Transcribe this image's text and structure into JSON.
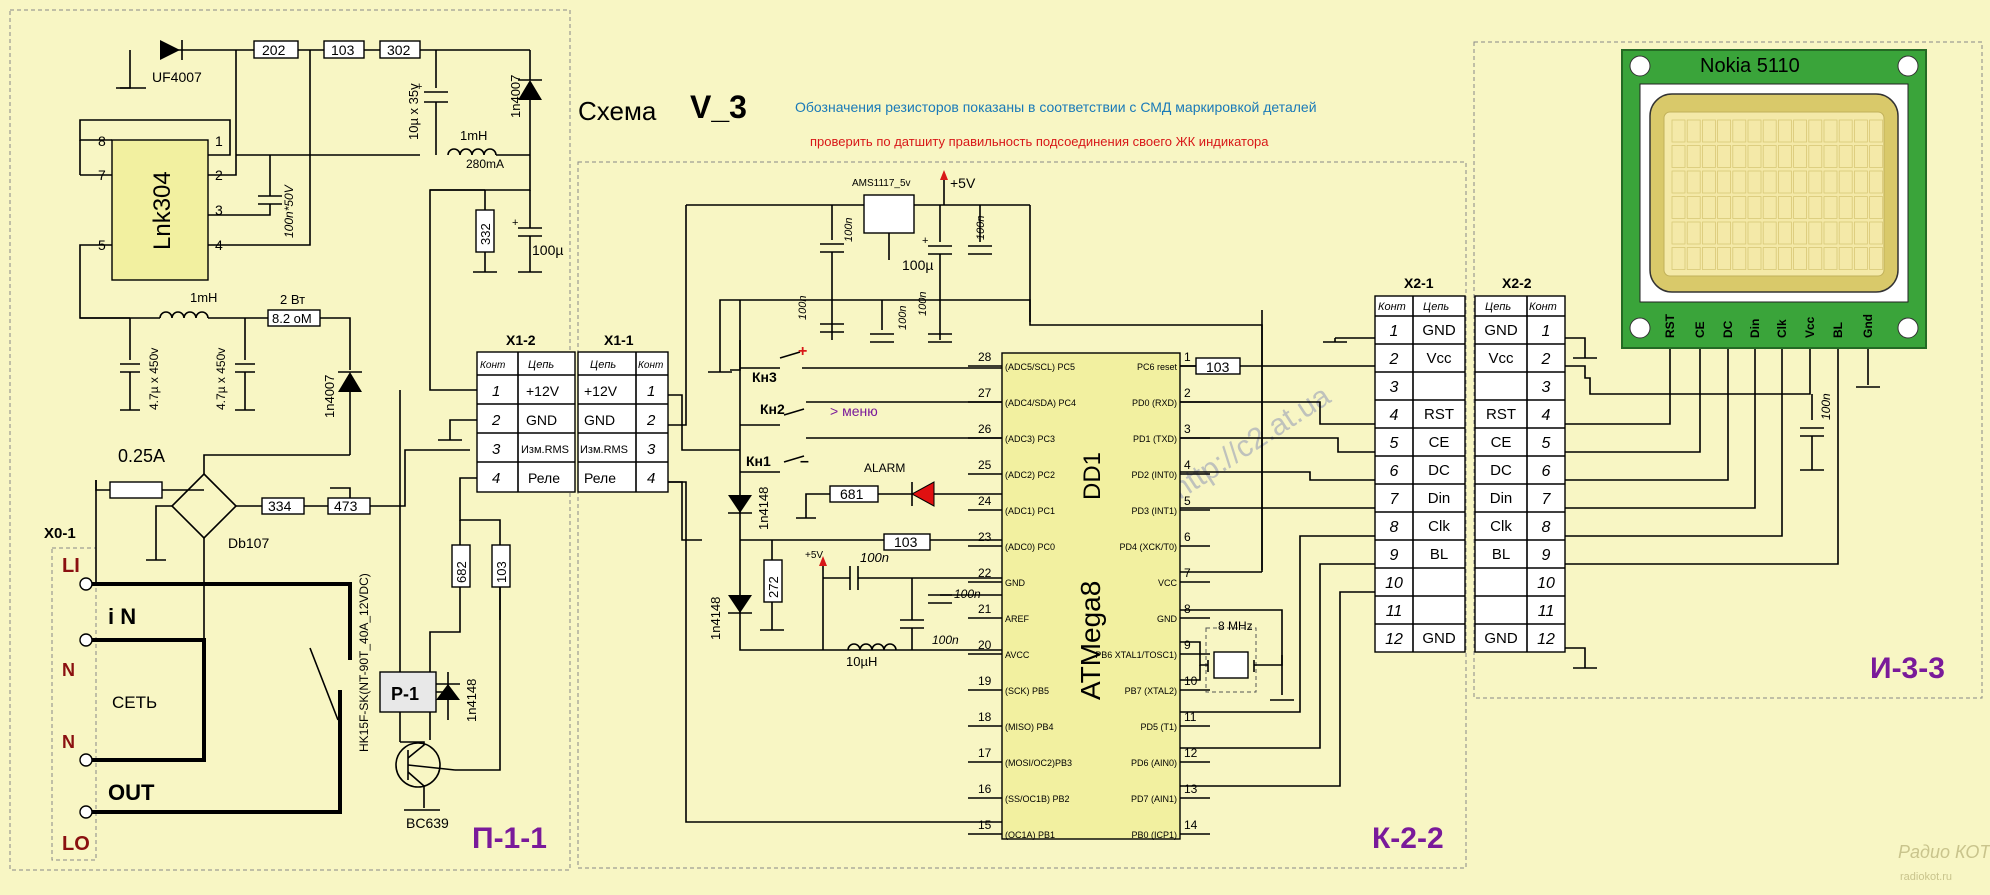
{
  "header": {
    "title_prefix": "Схема",
    "title_version": "V_3",
    "note_smd": "Обозначения резисторов показаны в соответствии с СМД маркировкой деталей",
    "note_check": "проверить  по датшиту правильность подсоединения своего ЖК индикатора",
    "watermark": "http://c2.at.ua",
    "corner_logo": "Радио КОТ",
    "corner_site": "radiokot.ru"
  },
  "blocks": {
    "power": "П-1-1",
    "controller": "К-2-2",
    "indicator": "И-3-3"
  },
  "colors": {
    "title_blue": "#1a7ab8",
    "note_red": "#d81818",
    "block_purple": "#7a1a9a",
    "terminal_red": "#8a1010",
    "led_red": "#e01010",
    "lcd_green": "#3aa43a",
    "lcd_screen": "#f4e9a8"
  },
  "power": {
    "ic": "Lnk304",
    "ic_pins": [
      "8",
      "7",
      "5",
      "1",
      "2",
      "3",
      "4"
    ],
    "diode_top": "UF4007",
    "resistors_top": [
      "202",
      "103",
      "302"
    ],
    "cap_10u": "10µ x 35v",
    "cap_100n": "100n*50V",
    "inductor_top": "1mH",
    "inductor_top_current": "280mA",
    "diode_right": "1n4007",
    "res_332": "332",
    "cap_100u": "100µ",
    "inductor_mid": "1mH",
    "res_2w_label": "2 Вт",
    "res_2w_value": "8.2 oM",
    "cap_hv1": "4.7µ x 450v",
    "cap_hv2": "4.7µ x 450v",
    "diode_hv": "1n4007",
    "fuse": "0.25A",
    "bridge": "Db107",
    "res_334": "334",
    "trim_473": "473",
    "res_682": "682",
    "res_103": "103",
    "relay": "P-1",
    "relay_part": "HK15F-SK(NT-90T_40A_12VDC)",
    "relay_diode": "1n4148",
    "transistor": "BC639"
  },
  "terminal": {
    "title": "X0-1",
    "li": "LI",
    "in": "i N",
    "n1": "N",
    "net": "СЕТЬ",
    "n2": "N",
    "out": "OUT",
    "lo": "LO"
  },
  "x12": {
    "title": "X1-2",
    "headers": [
      "Конт",
      "Цепь"
    ],
    "rows": [
      [
        "1",
        "+12V"
      ],
      [
        "2",
        "GND"
      ],
      [
        "3",
        "Изм.RMS"
      ],
      [
        "4",
        "Реле"
      ]
    ]
  },
  "x11": {
    "title": "X1-1",
    "headers": [
      "Цепь",
      "Конт"
    ],
    "rows": [
      [
        "+12V",
        "1"
      ],
      [
        "GND",
        "2"
      ],
      [
        "Изм.RMS",
        "3"
      ],
      [
        "Реле",
        "4"
      ]
    ]
  },
  "mcu": {
    "ref": "DD1",
    "part": "ATMega8",
    "left_pins": [
      {
        "num": "28",
        "name": "(ADC5/SCL) PC5"
      },
      {
        "num": "27",
        "name": "(ADC4/SDA) PC4"
      },
      {
        "num": "26",
        "name": "(ADC3) PC3"
      },
      {
        "num": "25",
        "name": "(ADC2) PC2"
      },
      {
        "num": "24",
        "name": "(ADC1) PC1"
      },
      {
        "num": "23",
        "name": "(ADC0) PC0"
      },
      {
        "num": "22",
        "name": "GND"
      },
      {
        "num": "21",
        "name": "AREF"
      },
      {
        "num": "20",
        "name": "AVCC"
      },
      {
        "num": "19",
        "name": "(SCK) PB5"
      },
      {
        "num": "18",
        "name": "(MISO) PB4"
      },
      {
        "num": "17",
        "name": "(MOSI/OC2)PB3"
      },
      {
        "num": "16",
        "name": "(SS/OC1B) PB2"
      },
      {
        "num": "15",
        "name": "(OC1A) PB1"
      }
    ],
    "right_pins": [
      {
        "num": "1",
        "name": "PC6 reset"
      },
      {
        "num": "2",
        "name": "PD0 (RXD)"
      },
      {
        "num": "3",
        "name": "PD1 (TXD)"
      },
      {
        "num": "4",
        "name": "PD2 (INT0)"
      },
      {
        "num": "5",
        "name": "PD3 (INT1)"
      },
      {
        "num": "6",
        "name": "PD4 (XCK/T0)"
      },
      {
        "num": "7",
        "name": "VCC"
      },
      {
        "num": "8",
        "name": "GND"
      },
      {
        "num": "9",
        "name": "PB6 XTAL1/TOSC1)"
      },
      {
        "num": "10",
        "name": "PB7 (XTAL2)"
      },
      {
        "num": "11",
        "name": "PD5  (T1)"
      },
      {
        "num": "12",
        "name": "PD6 (AIN0)"
      },
      {
        "num": "13",
        "name": "PD7 (AIN1)"
      },
      {
        "num": "14",
        "name": "PB0 (ICP1)"
      }
    ]
  },
  "ctrl": {
    "regulator": "AMS1117_5v",
    "plus5v": "+5V",
    "plus5v_small": "+5V",
    "cap_100n": "100n",
    "cap_100u": "100µ",
    "btn3": "Кн3",
    "btn2": "Кн2",
    "btn1": "Кн1",
    "plus": "+",
    "minus": "–",
    "menu": "> меню",
    "alarm": "ALARM",
    "res_681": "681",
    "res_103": "103",
    "res_272": "272",
    "diode1": "1n4148",
    "diode2": "1n4148",
    "inductor": "10µH",
    "crystal": "8 MHz"
  },
  "x21": {
    "title": "X2-1",
    "headers": [
      "Конт",
      "Цепь"
    ],
    "rows": [
      [
        "1",
        "GND"
      ],
      [
        "2",
        "Vcc"
      ],
      [
        "3",
        ""
      ],
      [
        "4",
        "RST"
      ],
      [
        "5",
        "CE"
      ],
      [
        "6",
        "DC"
      ],
      [
        "7",
        "Din"
      ],
      [
        "8",
        "Clk"
      ],
      [
        "9",
        "BL"
      ],
      [
        "10",
        ""
      ],
      [
        "11",
        ""
      ],
      [
        "12",
        "GND"
      ]
    ]
  },
  "x22": {
    "title": "X2-2",
    "headers": [
      "Цепь",
      "Конт"
    ],
    "rows": [
      [
        "GND",
        "1"
      ],
      [
        "Vcc",
        "2"
      ],
      [
        "",
        "3"
      ],
      [
        "RST",
        "4"
      ],
      [
        "CE",
        "5"
      ],
      [
        "DC",
        "6"
      ],
      [
        "Din",
        "7"
      ],
      [
        "Clk",
        "8"
      ],
      [
        "BL",
        "9"
      ],
      [
        "",
        "10"
      ],
      [
        "",
        "11"
      ],
      [
        "GND",
        "12"
      ]
    ]
  },
  "lcd": {
    "title": "Nokia 5110",
    "pins": [
      "RST",
      "CE",
      "DC",
      "Din",
      "Clk",
      "Vcc",
      "BL",
      "Gnd"
    ],
    "cap": "100n"
  }
}
